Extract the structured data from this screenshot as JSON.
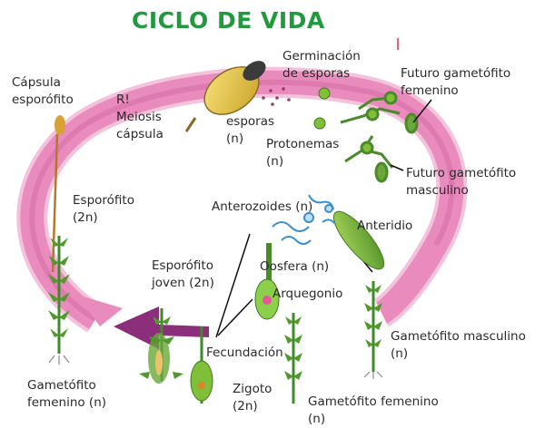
{
  "title": "CICLO DE VIDA",
  "labels": {
    "capsule_sporophyte": [
      "Cápsula",
      "esporófito"
    ],
    "meiosis": [
      "R!",
      "Meiosis",
      "cápsula"
    ],
    "spore_germination": [
      "Germinación",
      "de esporas"
    ],
    "spores": [
      "esporas",
      "(n)"
    ],
    "future_female": [
      "Futuro gametófito",
      "femenino"
    ],
    "protonema": [
      "Protonemas",
      "(n)"
    ],
    "future_male": [
      "Futuro gametófito",
      "masculino"
    ],
    "sporophyte": [
      "Esporófito",
      "(2n)"
    ],
    "antherozoids": [
      "Anterozoides (n)"
    ],
    "antheridium": [
      "Anteridio"
    ],
    "young_sporophyte": [
      "Esporófito",
      "joven (2n)"
    ],
    "oosphere": [
      "Oosfera (n)"
    ],
    "archegonium": [
      "Arquegonio"
    ],
    "fertilization": [
      "Fecundación"
    ],
    "male_gametophyte": [
      "Gametófito masculino",
      "(n)"
    ],
    "zygote": [
      "Zigoto",
      "(2n)"
    ],
    "female_gametophyte_left": [
      "Gametófito",
      "femenino (n)"
    ],
    "female_gametophyte_bottom": [
      "Gametófito femenino",
      "(n)"
    ]
  },
  "colors": {
    "title": "#1f9a3c",
    "cycle_ring": "#e98bbd",
    "cycle_ring_dark": "#d56aa6",
    "arrow_head": "#8b2f7a",
    "plant_green": "#3f8a2a",
    "spore_green": "#7fbf3a",
    "antherozoid_blue": "#3a8fd0",
    "text": "#2a2a2a"
  }
}
